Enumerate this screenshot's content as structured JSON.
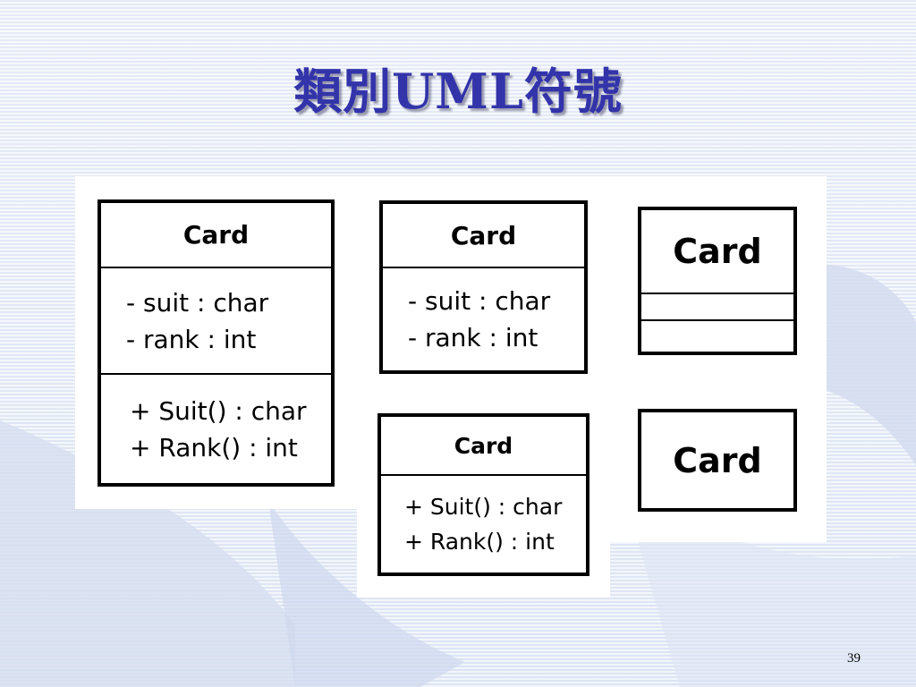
{
  "slide": {
    "title": "類別UML符號",
    "page_number": "39"
  },
  "diagrams": {
    "full": {
      "name": "Card",
      "attributes": [
        "- suit : char",
        "- rank : int"
      ],
      "operations": [
        "+ Suit() : char",
        "+ Rank() : int"
      ]
    },
    "attributes_only": {
      "name": "Card",
      "attributes": [
        "- suit : char",
        "- rank : int"
      ]
    },
    "operations_only": {
      "name": "Card",
      "operations": [
        "+ Suit() : char",
        "+ Rank() : int"
      ]
    },
    "empty_compartments": {
      "name": "Card"
    },
    "name_only": {
      "name": "Card"
    }
  },
  "colors": {
    "title": "#3333aa",
    "background": "#e9eef8",
    "swoosh": "#d3ddef",
    "border": "#000000"
  }
}
